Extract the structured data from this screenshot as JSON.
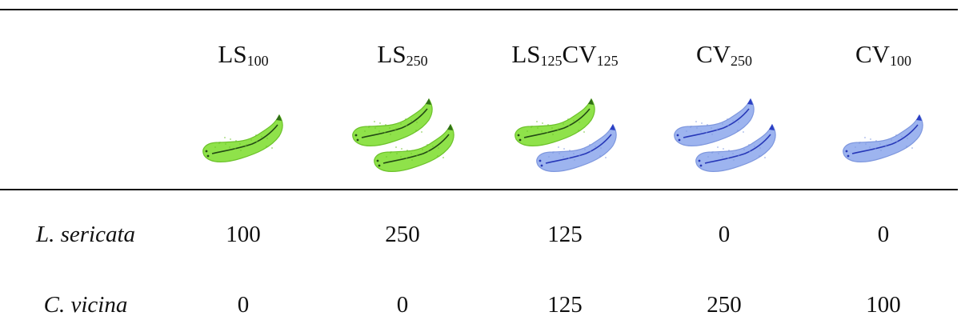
{
  "columns": [
    {
      "id": "ls100",
      "parts": [
        {
          "t": "LS",
          "s": "100"
        }
      ],
      "larvae": [
        "green"
      ]
    },
    {
      "id": "ls250",
      "parts": [
        {
          "t": "LS",
          "s": "250"
        }
      ],
      "larvae": [
        "green",
        "green"
      ]
    },
    {
      "id": "ls125cv125",
      "parts": [
        {
          "t": "LS",
          "s": "125"
        },
        {
          "t": "CV",
          "s": "125"
        }
      ],
      "larvae": [
        "green",
        "blue"
      ]
    },
    {
      "id": "cv250",
      "parts": [
        {
          "t": "CV",
          "s": "250"
        }
      ],
      "larvae": [
        "blue",
        "blue"
      ]
    },
    {
      "id": "cv100",
      "parts": [
        {
          "t": "CV",
          "s": "100"
        }
      ],
      "larvae": [
        "blue"
      ]
    }
  ],
  "rows": [
    {
      "label": "L. sericata",
      "values": [
        "100",
        "250",
        "125",
        "0",
        "0"
      ]
    },
    {
      "label": "C. vicina",
      "values": [
        "0",
        "0",
        "125",
        "250",
        "100"
      ]
    }
  ],
  "colors": {
    "green_fill": "#8fe24a",
    "green_edge": "#6cc22a",
    "green_tip": "#2f6e16",
    "green_line": "#234a14",
    "blue_fill": "#9db4ef",
    "blue_edge": "#7e97de",
    "blue_tip": "#2b3fc4",
    "blue_line": "#2738b8"
  }
}
